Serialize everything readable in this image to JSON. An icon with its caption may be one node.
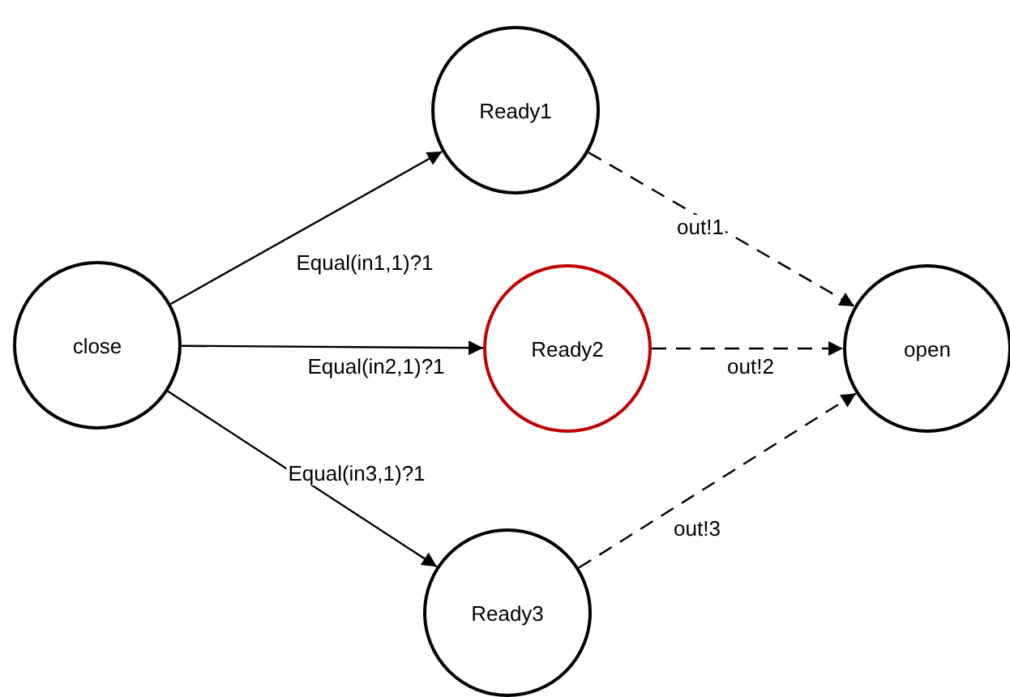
{
  "diagram": {
    "nodes": [
      {
        "text": [
          "close"
        ]
      },
      {
        "text": [
          "Ready1"
        ]
      },
      {
        "text": [
          "Ready2"
        ]
      },
      {
        "text": [
          "Ready3"
        ]
      },
      {
        "text": [
          "open"
        ]
      }
    ],
    "edges": [
      {
        "from": 0,
        "to": 1,
        "arrow": "to",
        "label": "Equal(in1,1)?1"
      },
      {
        "from": 0,
        "to": 2,
        "arrow": "to",
        "label": "Equal(in2,1)?1"
      },
      {
        "from": 0,
        "to": 3,
        "arrow": "to",
        "label": "Equal(in3,1)?1"
      },
      {
        "from": 1,
        "to": 4,
        "arrow": "to",
        "label": "out!1",
        "style": "dashed"
      },
      {
        "from": 2,
        "to": 4,
        "arrow": "to",
        "label": "out!2",
        "style": "dashed"
      },
      {
        "from": 3,
        "to": 4,
        "arrow": "to",
        "label": "out!3",
        "style": "dashed"
      }
    ]
  }
}
